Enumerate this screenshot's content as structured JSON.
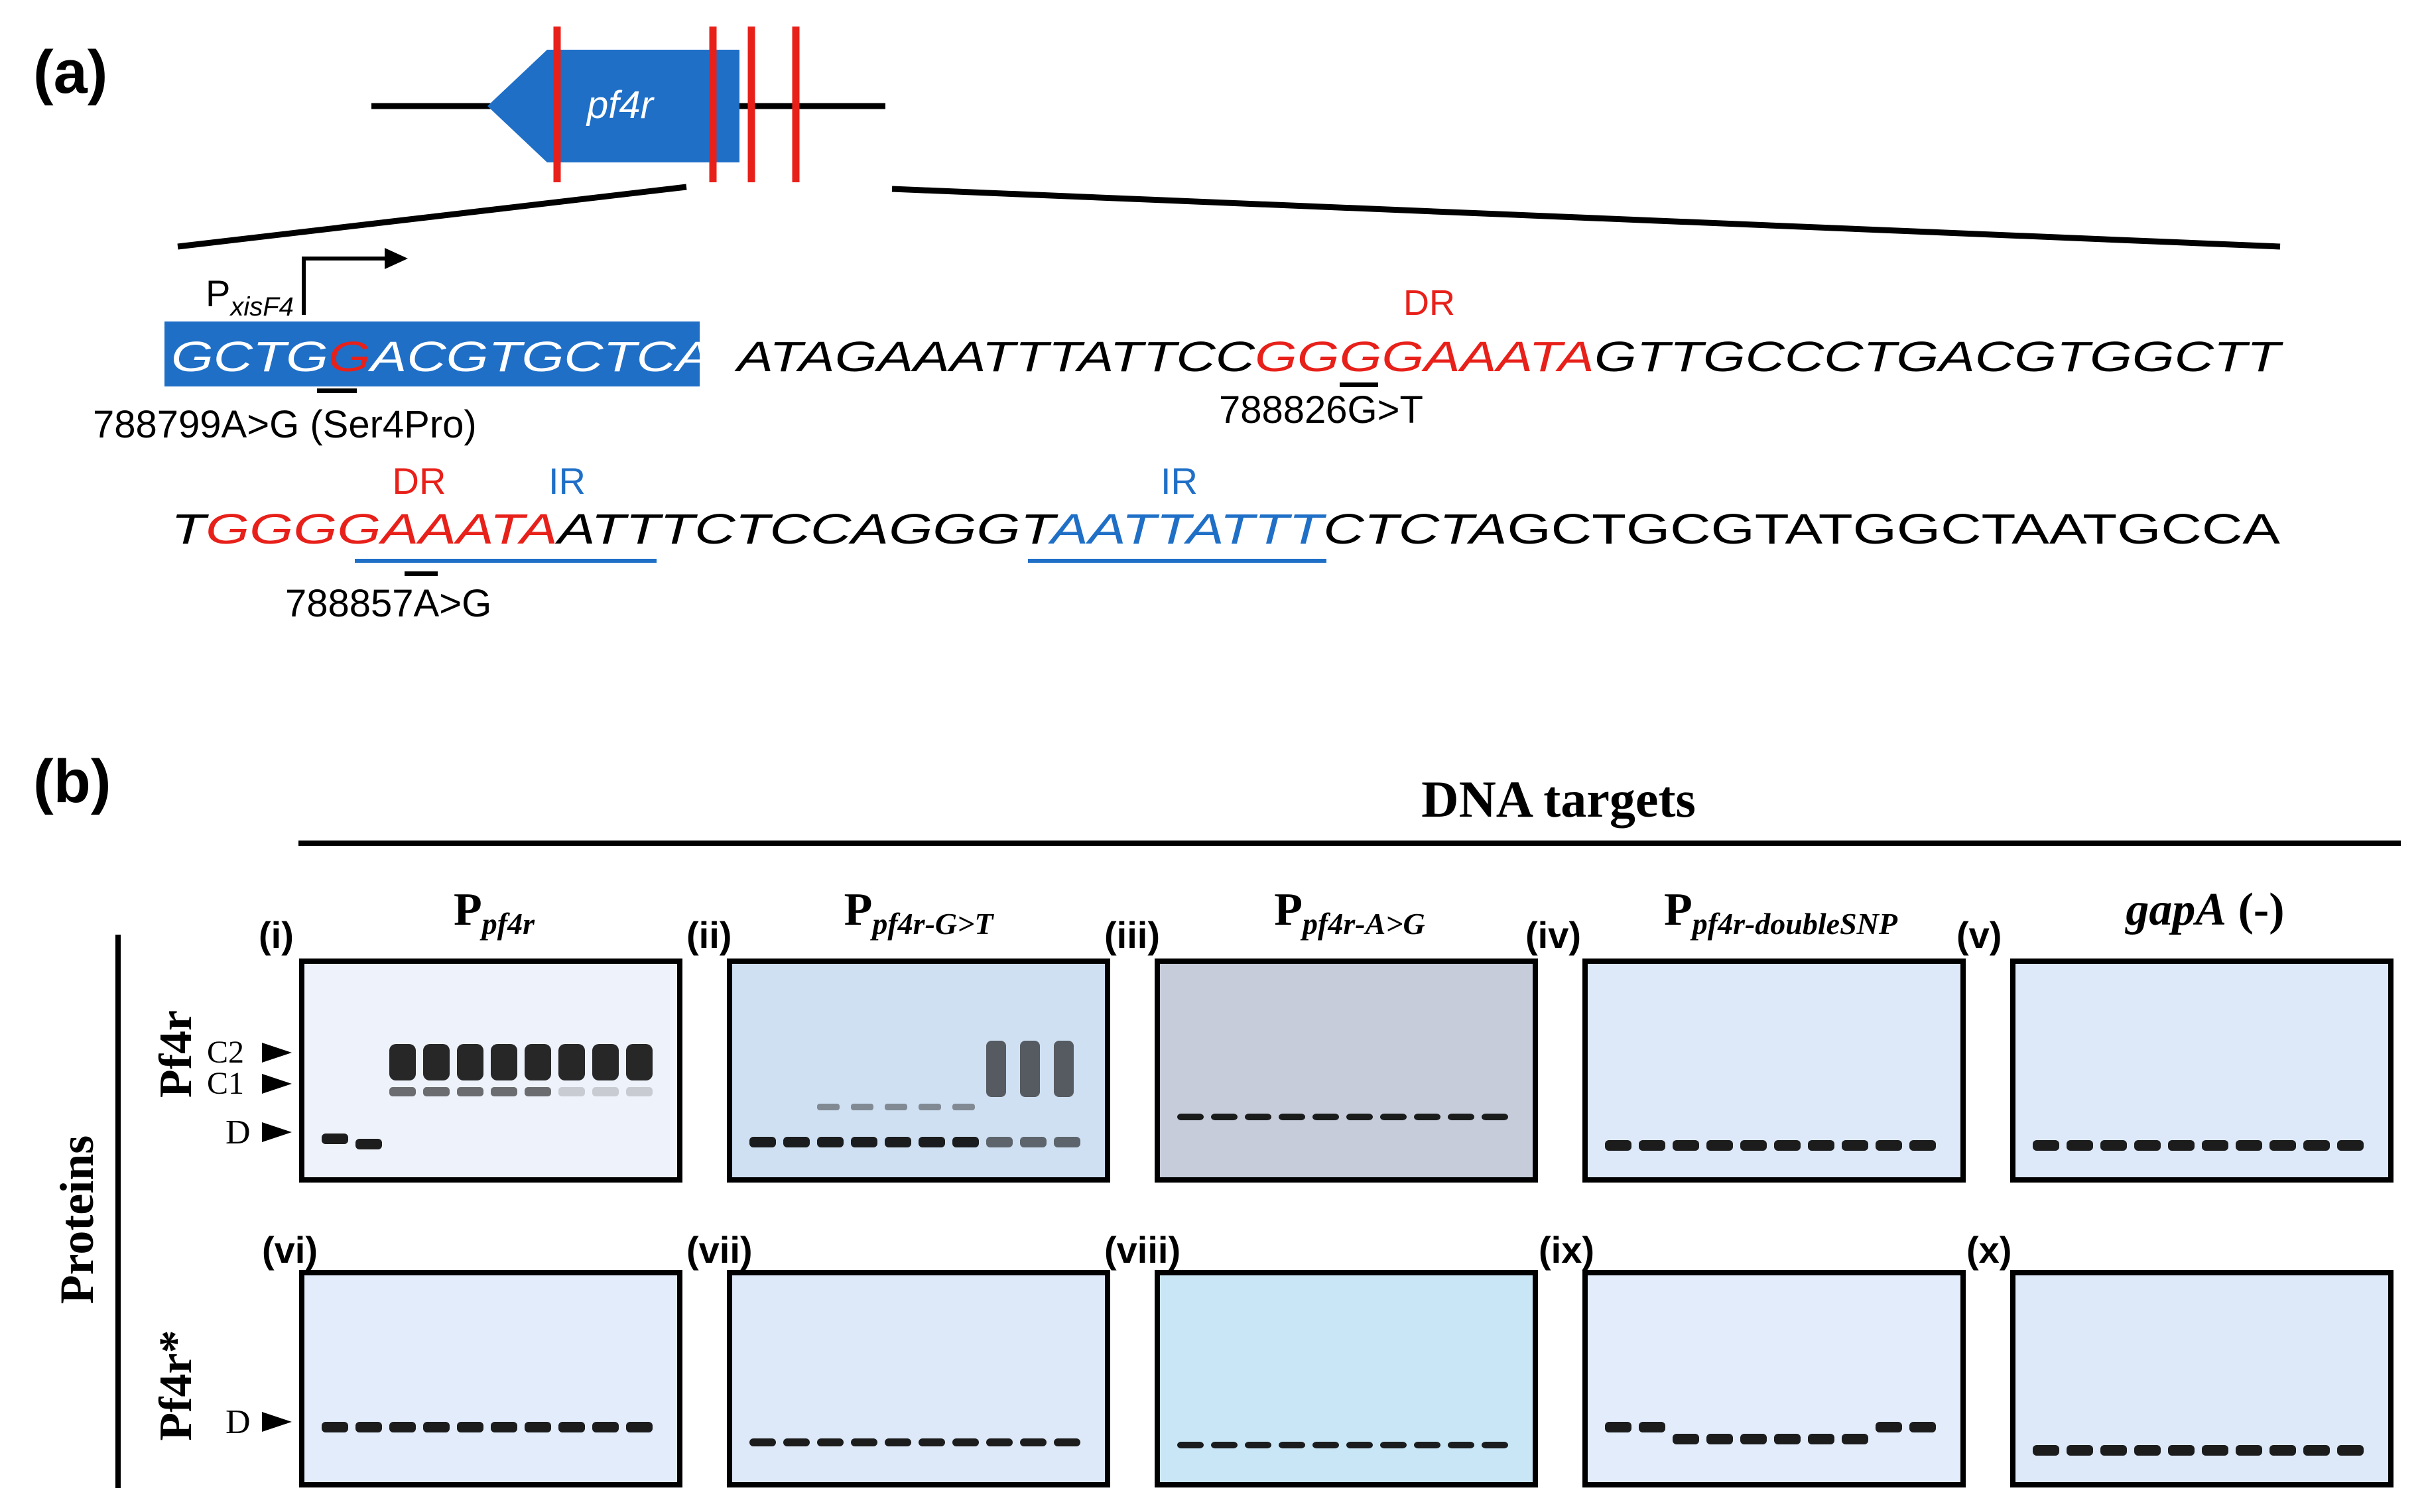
{
  "panel_a": {
    "label": "(a)",
    "gene_label": "pf4r",
    "promoter": {
      "base": "P",
      "sub": "xisF4"
    },
    "seq_line1": [
      {
        "text": "GCTG",
        "color": "#ffffff",
        "italic": true
      },
      {
        "text": "G",
        "color": "#e8201a",
        "italic": true
      },
      {
        "text": "ACGTGCTCAT",
        "color": "#ffffff",
        "italic": true
      },
      {
        "text": "ATAGAAATTTATTCC",
        "color": "#000000",
        "italic": true
      },
      {
        "text": "GGGGAAATA",
        "color": "#e8201a",
        "italic": true
      },
      {
        "text": "GTTGCCCTGACGTGGCTT",
        "color": "#000000",
        "italic": true
      }
    ],
    "seq_line2": [
      {
        "text": "T",
        "color": "#000000",
        "italic": true
      },
      {
        "text": "GGGGAAATA",
        "color": "#e8201a",
        "italic": true
      },
      {
        "text": "ATTTCTCCAGGGT",
        "color": "#000000",
        "italic": true
      },
      {
        "text": "AATTATTT",
        "color": "#1f6fc7",
        "italic": true
      },
      {
        "text": "CTCTA",
        "color": "#000000",
        "italic": true
      },
      {
        "text": "GCTGCGTATGGCTAATGCCA",
        "color": "#000000",
        "italic": false
      }
    ],
    "snp1": "788799A>G (Ser4Pro)",
    "snp2": "788826G>T",
    "snp3": "788857A>G",
    "dr_label_1": "DR",
    "dr_label_2": "DR",
    "ir_label_1": "IR",
    "ir_label_2": "IR"
  },
  "panel_b": {
    "label": "(b)",
    "dna_targets_label": "DNA targets",
    "proteins_label": "Proteins",
    "row_labels": [
      "Pf4r",
      "Pf4r*"
    ],
    "band_labels_row1": [
      "C2",
      "C1",
      "D"
    ],
    "band_labels_row2": [
      "D"
    ],
    "columns": [
      {
        "base": "P",
        "sub": "pf4r",
        "suffix": ""
      },
      {
        "base": "P",
        "sub": "pf4r-G>T",
        "suffix": ""
      },
      {
        "base": "P",
        "sub": "pf4r-A>G",
        "suffix": ""
      },
      {
        "base": "P",
        "sub": "pf4r-doubleSNP",
        "suffix": ""
      },
      {
        "base": "gapA",
        "sub": "",
        "suffix": " (-)"
      }
    ],
    "gel_labels": [
      "(i)",
      "(ii)",
      "(iii)",
      "(iv)",
      "(v)",
      "(vi)",
      "(vii)",
      "(viii)",
      "(ix)",
      "(x)"
    ],
    "gel_colors": [
      "#eef2fb",
      "#cfe0f3",
      "#c6ccd9",
      "#dde9f8",
      "#dde9f8",
      "#e2ecfb",
      "#dde9f8",
      "#c9e6f6",
      "#e2ecfb",
      "#dde9f8"
    ]
  },
  "colors": {
    "gene_blue": "#1f6fc7",
    "highlight_blue": "#1f6fc7",
    "red": "#e8201a",
    "ir_blue": "#1f6fc7"
  }
}
